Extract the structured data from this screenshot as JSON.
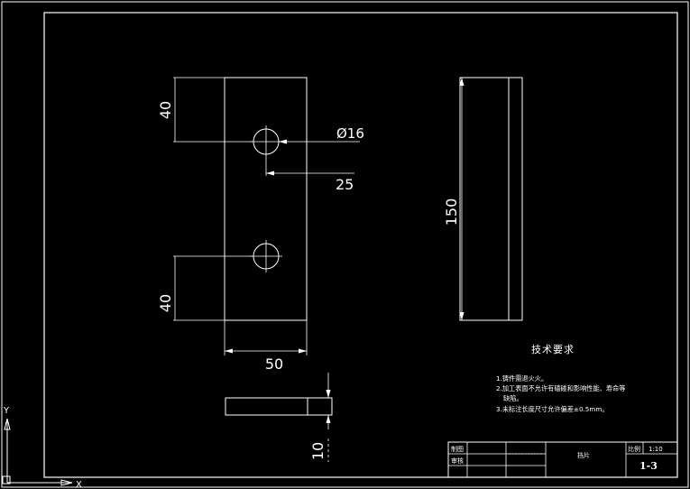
{
  "drawing": {
    "front_view": {
      "dim_top_height": "40",
      "dim_bottom_height": "40",
      "dim_hole_diameter": "Ø16",
      "dim_hole_offset": "25",
      "dim_width": "50"
    },
    "side_view": {
      "dim_length": "150"
    },
    "bottom_view": {
      "dim_thickness": "10"
    }
  },
  "tech_requirements": {
    "title": "技术要求",
    "notes": [
      "1.铸件需退火火。",
      "2.加工表面不允许有磕碰和影响性能、寿命等",
      "缺陷。",
      "3.未标注长度尺寸允许偏差±0.5mm。"
    ]
  },
  "title_block": {
    "drawn_label": "制图",
    "review_label": "审核",
    "part_name": "挡片",
    "scale_label": "比例",
    "scale_value": "1:10",
    "drawing_number": "1-3"
  },
  "ucs": {
    "x_label": "X",
    "y_label": "Y"
  }
}
